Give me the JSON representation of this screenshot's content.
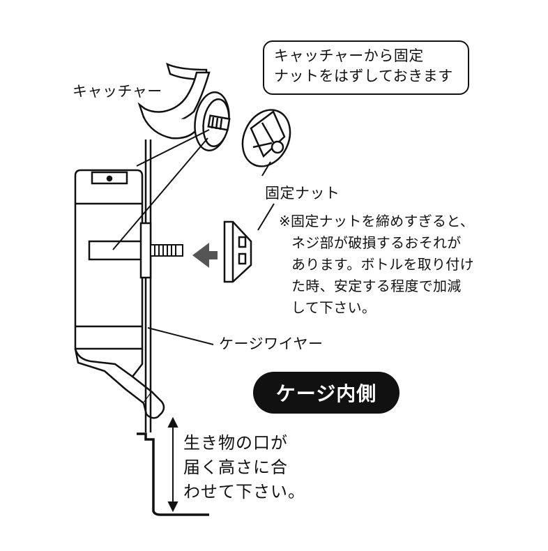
{
  "labels": {
    "catcher": "キャッチャー",
    "fixing_nut": "固定ナット",
    "cage_wire": "ケージワイヤー"
  },
  "note": {
    "line1": "キャッチャーから固定",
    "line2": "ナットをはずしておきます"
  },
  "warning": {
    "line1": "※固定ナットを締めすぎると、",
    "line2": "ネジ部が破損するおそれが",
    "line3": "あります。ボトルを取り付け",
    "line4": "た時、安定する程度で加減",
    "line5": "して下さい。"
  },
  "cage_inside": "ケージ内側",
  "height_note": {
    "line1": "生き物の口が",
    "line2": "届く高さに合",
    "line3": "わせて下さい。"
  }
}
